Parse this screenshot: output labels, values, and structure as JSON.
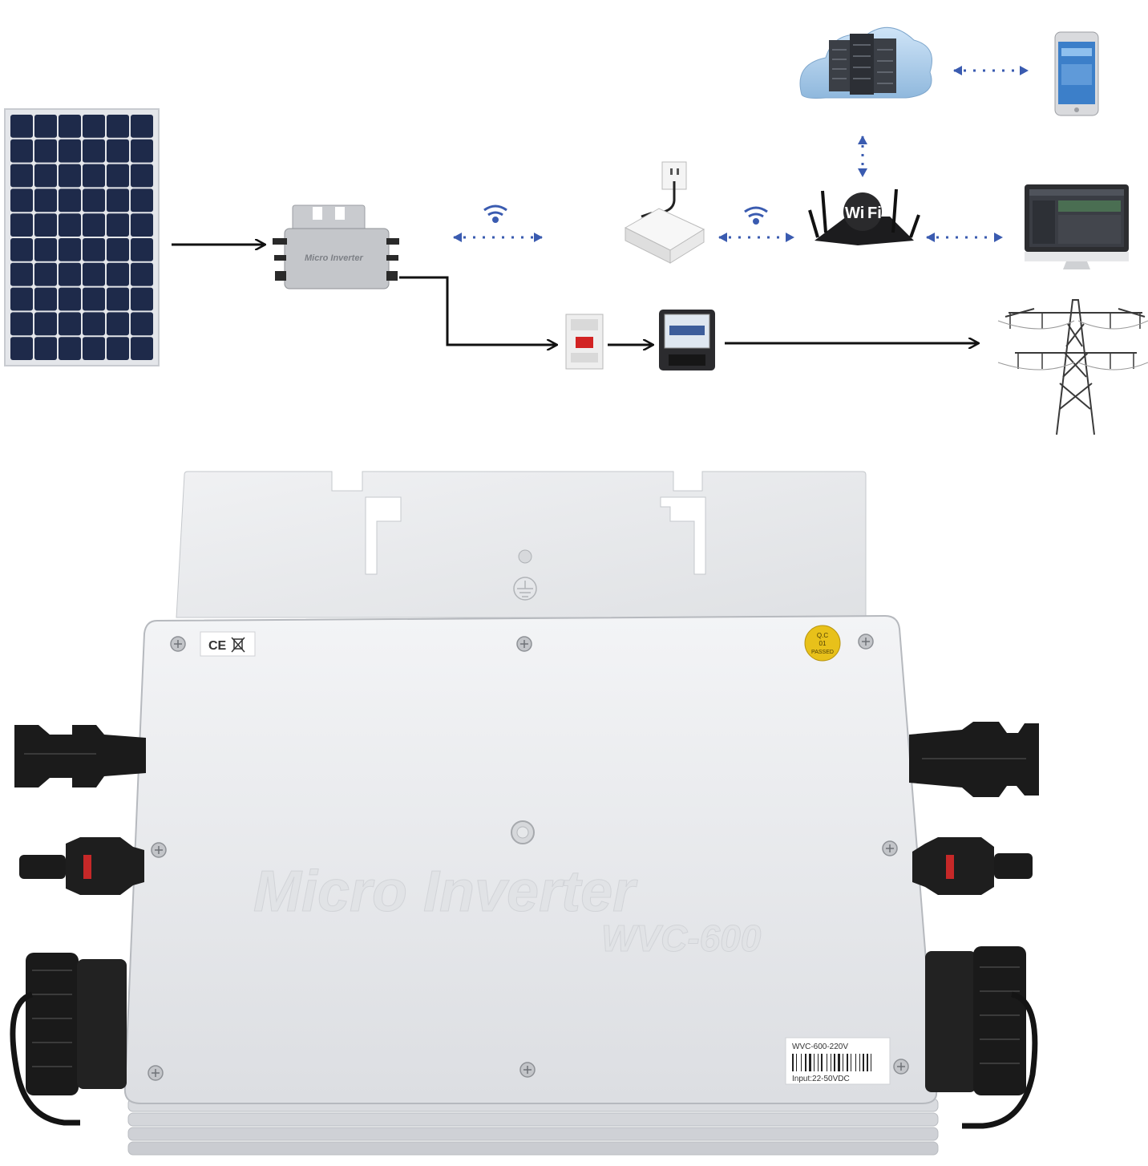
{
  "diagram": {
    "inverter_small_label": "Micro Inverter",
    "wifi_badge": "Wi",
    "wifi_badge_2": "Fi"
  },
  "device": {
    "brand_text": "Micro Inverter",
    "model_text": "WVC-600",
    "ce_mark": "CE",
    "qc_line1": "Q.C",
    "qc_line2": "01",
    "qc_line3": "PASSED",
    "label_model": "WVC-600-220V",
    "label_input": "Input:22-50VDC"
  },
  "colors": {
    "arrow_black": "#111111",
    "arrow_blue": "#3a5bb0",
    "panel_cell": "#1e2a4a",
    "housing": "#e9eaec",
    "connector": "#1b1b1b",
    "qc_sticker": "#e8c11a",
    "breaker_red": "#d22323"
  }
}
